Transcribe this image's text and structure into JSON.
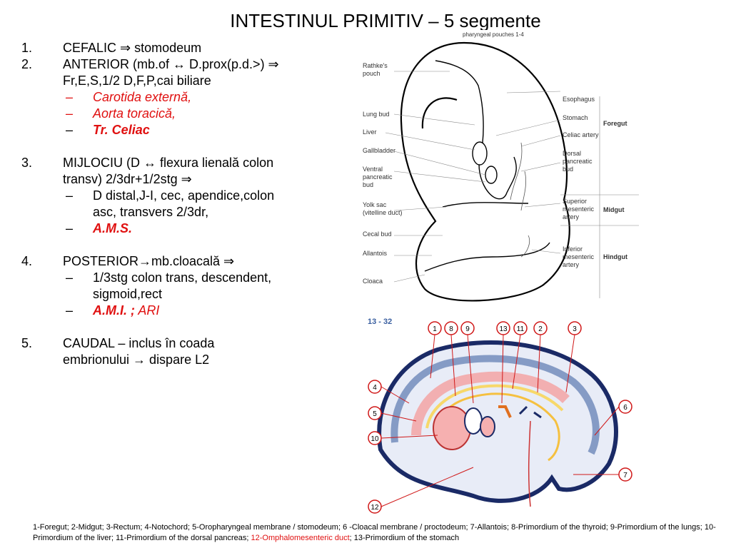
{
  "title": "INTESTINUL PRIMITIV – 5 segmente",
  "items": [
    {
      "num": "1.",
      "text": "CEFALIC ⇒ stomodeum"
    },
    {
      "num": "2.",
      "text_line1": "ANTERIOR (mb.of ↔ D.prox(p.d.>) ⇒",
      "text_line2": "Fr,E,S,1/2 D,F,P,cai biliare"
    },
    {
      "num": "3.",
      "text_line1": "MIJLOCIU (D ↔ flexura lienală colon",
      "text_line2": "transv) 2/3dr+1/2stg ⇒"
    },
    {
      "num": "4.",
      "text": "POSTERIOR→mb.cloacală ⇒"
    },
    {
      "num": "5.",
      "text_line1": "CAUDAL – inclus în coada",
      "text_line2": "embrionului → dispare L2"
    }
  ],
  "subitems": {
    "anterior": [
      "Carotida externă,",
      "Aorta toracică,",
      "Tr. Celiac"
    ],
    "mijlociu": [
      "D distal,J-I, cec, apendice,colon",
      "asc, transvers 2/3dr,",
      "A.M.S."
    ],
    "posterior": [
      "1/3stg colon trans, descendent,",
      "sigmoid,rect",
      "A.M.I. ;",
      "ARI"
    ]
  },
  "dash": "–",
  "figure_top": {
    "labels_left": [
      "Rathke's",
      "pouch",
      "Lung bud",
      "Liver",
      "Gallbladder",
      "Ventral",
      "pancreatic",
      "bud",
      "Yolk sac",
      "(vitelline duct)",
      "Cecal bud",
      "Allantois",
      "Cloaca"
    ],
    "labels_right": [
      "Esophagus",
      "Stomach",
      "Celiac artery",
      "Dorsal",
      "pancreatic",
      "bud",
      "Superior",
      "mesenteric",
      "artery",
      "Inferior",
      "mesenteric",
      "artery"
    ],
    "label_top": "pharyngeal pouches 1-4",
    "regions": [
      "Foregut",
      "Midgut",
      "Hindgut"
    ]
  },
  "figure_bottom": {
    "tag": "13 - 32",
    "numbers": [
      "1",
      "8",
      "9",
      "13",
      "11",
      "2",
      "3",
      "4",
      "5",
      "10",
      "6",
      "7",
      "12"
    ]
  },
  "caption": {
    "part1": "1-Foregut; 2-Midgut; 3-Rectum; 4-Notochord; 5-Oropharyngeal membrane / stomodeum; 6 -Cloacal membrane / proctodeum; 7-Allantois; 8-Primordium of the thyroid; 9-Primordium of the lungs; 10- Primordium of the liver; 11-Primordium of the dorsal pancreas;",
    "highlight": "12-Omphalomesenteric duct",
    "part2": "; 13-Primordium of the stomach"
  },
  "colors": {
    "accent_red": "#e01010",
    "tag_blue": "#3a5fa0",
    "number_circle": "#d01818"
  }
}
